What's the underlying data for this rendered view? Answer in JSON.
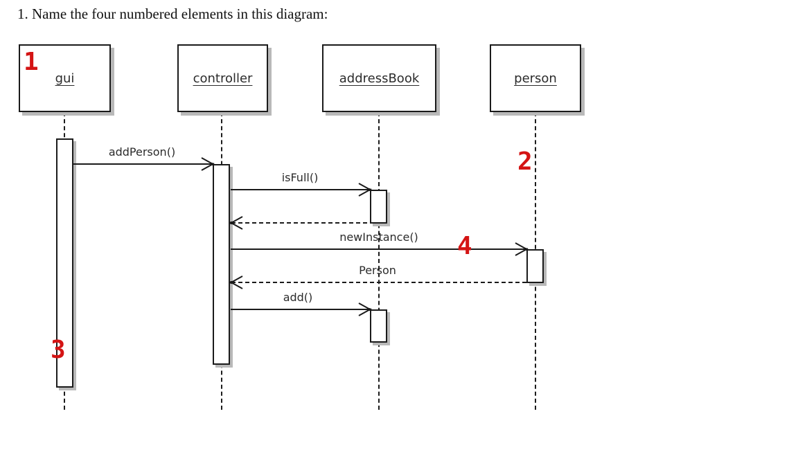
{
  "title": "1. Name the four numbered elements in this diagram:",
  "diagram": {
    "type": "uml-sequence-diagram",
    "actors": [
      {
        "label": "gui"
      },
      {
        "label": "controller"
      },
      {
        "label": "addressBook"
      },
      {
        "label": "person"
      }
    ],
    "messages": {
      "addPerson": "addPerson()",
      "isFull": "isFull()",
      "newInstance": "newInstance()",
      "personReturn": "Person",
      "add": "add()"
    },
    "markers": {
      "m1": "1",
      "m2": "2",
      "m3": "3",
      "m4": "4"
    },
    "colors": {
      "marker_red": "#d41414",
      "line_black": "#1a1a1a",
      "shadow_gray": "#b9b9b9",
      "background": "#ffffff"
    }
  }
}
